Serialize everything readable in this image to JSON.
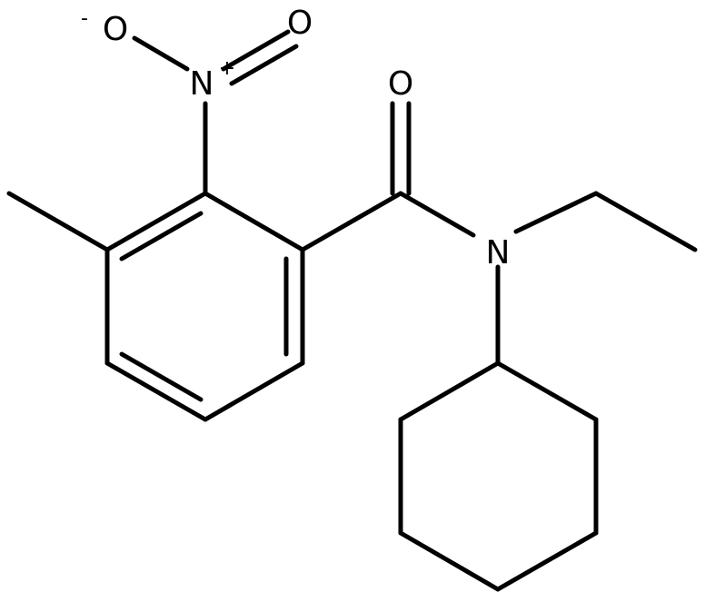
{
  "molecule": {
    "atoms": {
      "nitro_o_minus": {
        "symbol": "O",
        "charge": "-"
      },
      "nitro_n": {
        "symbol": "N",
        "charge": "+"
      },
      "nitro_o": {
        "symbol": "O"
      },
      "carbonyl_o": {
        "symbol": "O"
      },
      "amide_n": {
        "symbol": "N"
      }
    }
  }
}
